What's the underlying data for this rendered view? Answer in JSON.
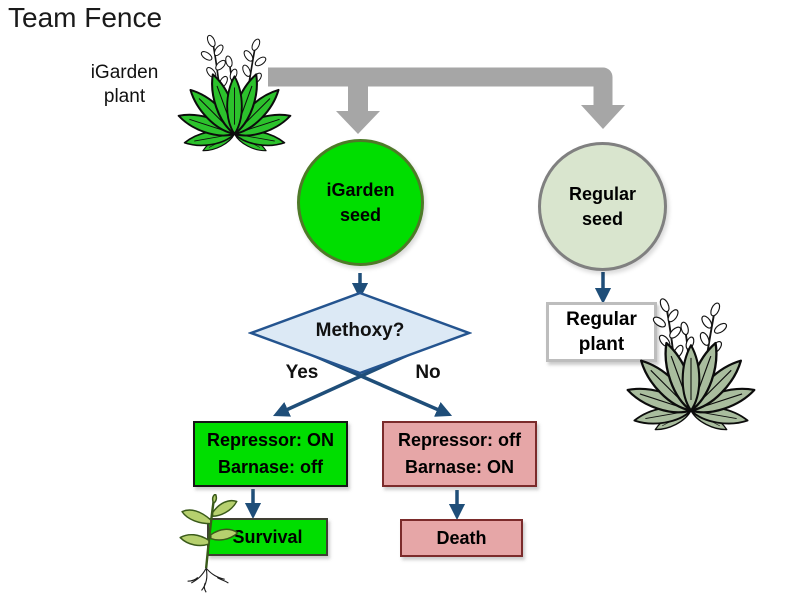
{
  "title": "Team Fence",
  "source_plant": {
    "label_line1": "iGarden",
    "label_line2": "plant"
  },
  "nodes": {
    "igarden_seed": {
      "line1": "iGarden",
      "line2": "seed"
    },
    "regular_seed": {
      "line1": "Regular",
      "line2": "seed"
    },
    "decision": "Methoxy?",
    "branch_yes": "Yes",
    "branch_no": "No",
    "repressor_on": {
      "line1": "Repressor: ON",
      "line2": "Barnase: off"
    },
    "repressor_off": {
      "line1": "Repressor: off",
      "line2": "Barnase: ON"
    },
    "survival": "Survival",
    "death": "Death",
    "regular_plant": {
      "line1": "Regular",
      "line2": "plant"
    }
  },
  "icons": {
    "igarden_plant": "igarden-plant-icon",
    "regular_plant": "regular-plant-icon",
    "seedling": "seedling-icon"
  },
  "colors": {
    "bright_green": "#00DE00",
    "green_circle_border": "#4E7A28",
    "pale_green": "#D9E5CE",
    "pale_green_border": "#808080",
    "diamond_fill": "#DCE9F5",
    "diamond_border": "#24548F",
    "arrow_blue": "#1F4E79",
    "pink_fill": "#E6A6A7",
    "pink_border": "#7B2B2B",
    "connector_gray": "#A6A6A6",
    "dark_box_border": "#161616",
    "regular_plant_box_border": "#BDBDBD"
  }
}
